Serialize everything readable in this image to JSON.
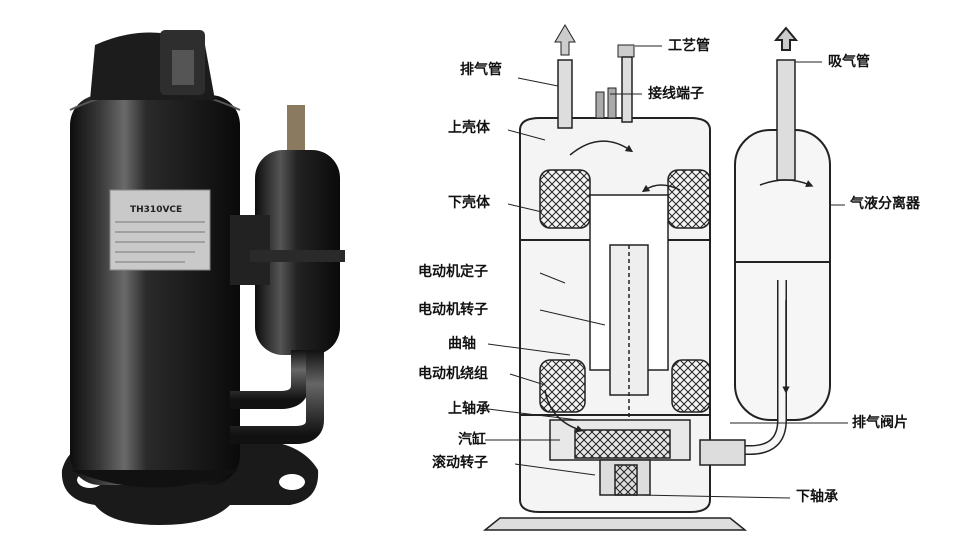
{
  "photo": {
    "nameplate_model": "TH310VCE"
  },
  "labels": {
    "craft_tube": "工艺管",
    "exhaust_pipe": "排气管",
    "terminal": "接线端子",
    "suction_pipe": "吸气管",
    "upper_shell": "上壳体",
    "lower_shell": "下壳体",
    "separator": "气液分离器",
    "stator": "电动机定子",
    "rotor": "电动机转子",
    "crankshaft": "曲轴",
    "winding": "电动机绕组",
    "upper_bearing": "上轴承",
    "cylinder": "汽缸",
    "rolling_rotor": "滚动转子",
    "discharge_valve": "排气阀片",
    "lower_bearing": "下轴承"
  }
}
